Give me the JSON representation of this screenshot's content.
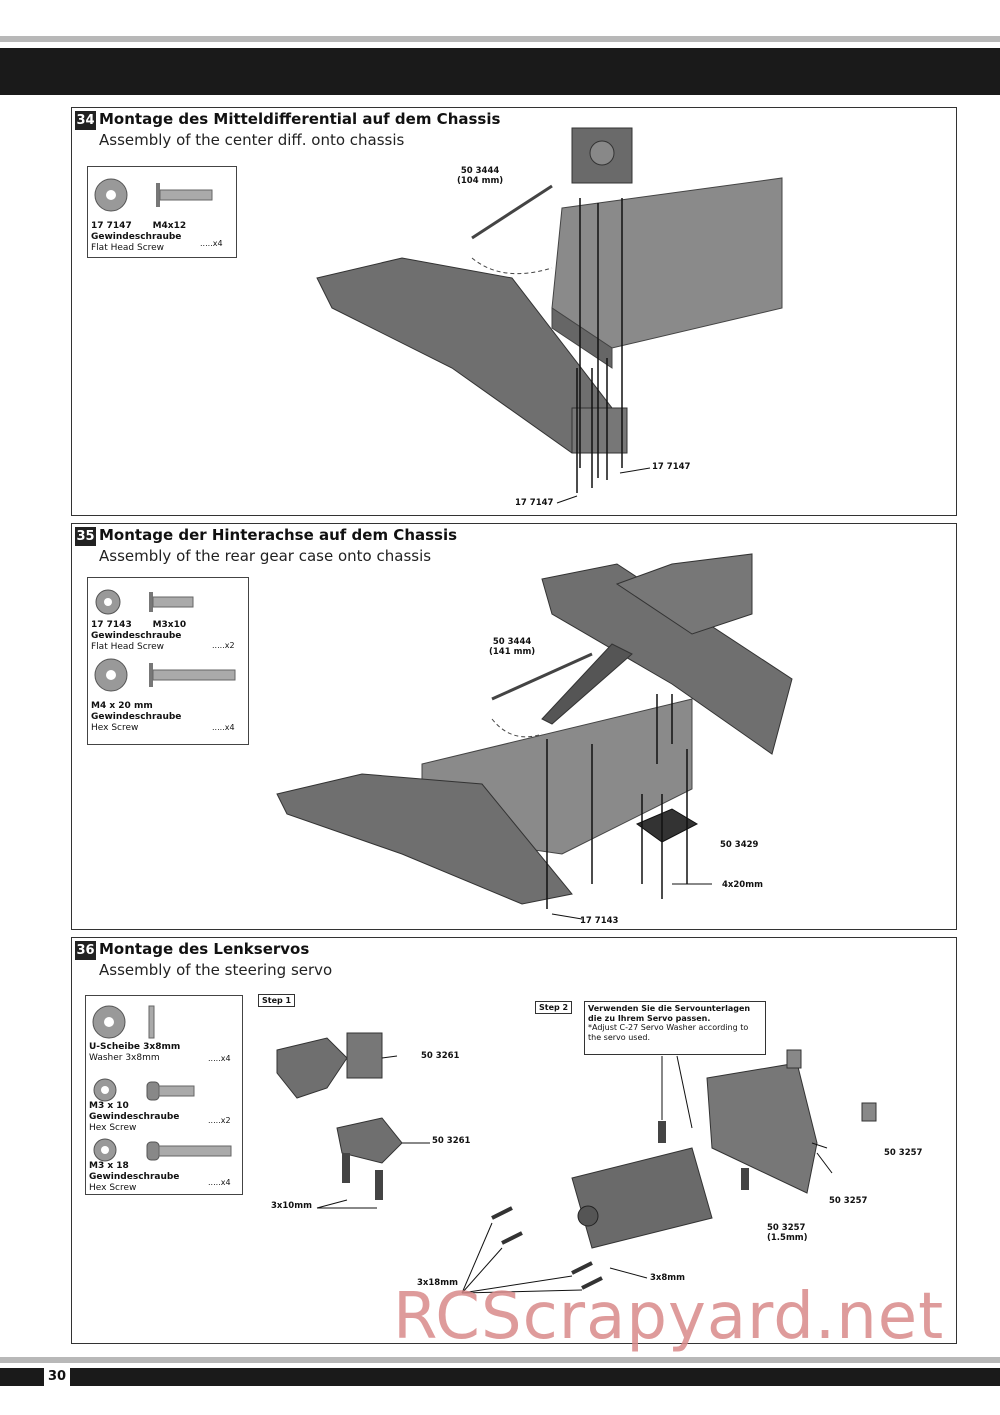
{
  "page_number": "30",
  "watermark": "RCScrapyard.net",
  "step34": {
    "number": "34",
    "title_de": "Montage des Mitteldifferential auf dem Chassis",
    "title_en": "Assembly of the center diff. onto chassis",
    "parts": [
      {
        "code": "17 7147",
        "size": "M4x12",
        "name_de": "Gewindeschraube",
        "name_en": "Flat Head Screw",
        "qty": ".....x4"
      }
    ],
    "callouts": {
      "driveshaft": "50 3444",
      "driveshaft_len": "(104 mm)",
      "screw_a": "17 7147",
      "screw_b": "17 7147"
    }
  },
  "step35": {
    "number": "35",
    "title_de": "Montage der Hinterachse auf dem Chassis",
    "title_en": "Assembly of the rear gear case onto chassis",
    "parts": [
      {
        "code": "17 7143",
        "size": "M3x10",
        "name_de": "Gewindeschraube",
        "name_en": "Flat Head Screw",
        "qty": ".....x2"
      },
      {
        "code": "M4 x 20 mm",
        "name_de": "Gewindeschraube",
        "name_en": "Hex Screw",
        "qty": ".....x4"
      }
    ],
    "callouts": {
      "driveshaft": "50 3444",
      "driveshaft_len": "(141 mm)",
      "plate": "50 3429",
      "screws": "4x20mm",
      "screw_b": "17 7143"
    }
  },
  "step36": {
    "number": "36",
    "title_de": "Montage des Lenkservos",
    "title_en": "Assembly of the steering servo",
    "parts": [
      {
        "code": "U-Scheibe 3x8mm",
        "name_en": "Washer 3x8mm",
        "qty": ".....x4"
      },
      {
        "code": "M3 x 10",
        "name_de": "Gewindeschraube",
        "name_en": "Hex Screw",
        "qty": ".....x2"
      },
      {
        "code": "M3 x 18",
        "name_de": "Gewindeschraube",
        "name_en": "Hex Screw",
        "qty": ".....x4"
      }
    ],
    "step1": "Step 1",
    "step2": "Step 2",
    "note_de": "Verwenden Sie die Servounterlagen die zu Ihrem Servo passen.",
    "note_en": "*Adjust C-27 Servo Washer according to the servo used.",
    "callouts": {
      "saver_a": "50 3261",
      "saver_b": "50 3261",
      "screws_10": "3x10mm",
      "mount_top": "50 3257",
      "mount": "50 3257",
      "washer": "50 3257",
      "washer_thk": "(1.5mm)",
      "screws_18": "3x18mm",
      "washers": "3x8mm"
    }
  }
}
